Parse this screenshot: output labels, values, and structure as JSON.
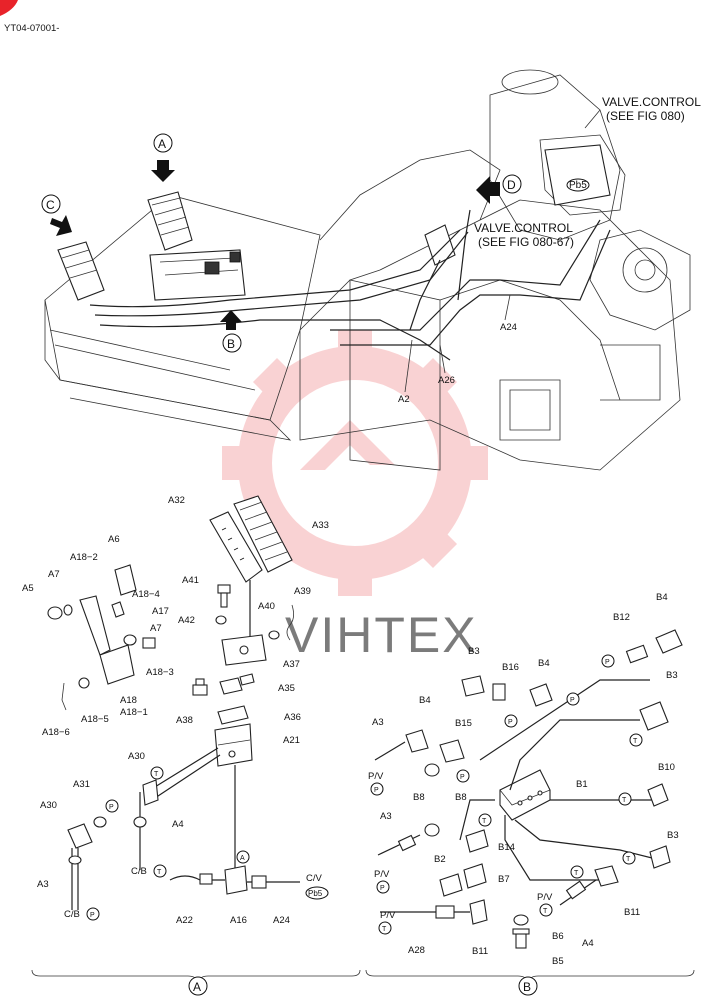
{
  "doc_code": "YT04-07001-",
  "watermark": {
    "text": "VIHTEX",
    "color": "#e8393b"
  },
  "callouts": {
    "valve_control_1_line1": "VALVE.CONTROL",
    "valve_control_1_line2": "(SEE FIG 080)",
    "valve_control_2_line1": "VALVE.CONTROL",
    "valve_control_2_line2": "(SEE FIG 080-67)"
  },
  "view_markers": {
    "a": "A",
    "b": "B",
    "c": "C",
    "d": "D"
  },
  "top_labels": {
    "a2": "A2",
    "a24": "A24",
    "a26": "A26",
    "pb5": "Pb5"
  },
  "section_a": {
    "a32": "A32",
    "a33": "A33",
    "a6": "A6",
    "a18_2": "A18−2",
    "a7_1": "A7",
    "a5": "A5",
    "a18_4": "A18−4",
    "a17": "A17",
    "a7_2": "A7",
    "a41": "A41",
    "a39": "A39",
    "a40": "A40",
    "a42": "A42",
    "a18_3": "A18−3",
    "a37": "A37",
    "a35": "A35",
    "a38": "A38",
    "a18": "A18",
    "a18_1": "A18−1",
    "a18_5": "A18−5",
    "a18_6": "A18−6",
    "a36": "A36",
    "a21": "A21",
    "a30_1": "A30",
    "t1": "T",
    "a31": "A31",
    "p1": "P",
    "a30_2": "A30",
    "a4": "A4",
    "cb_t": "C/B",
    "t2": "T",
    "a3": "A3",
    "cb_p": "C/B",
    "p2": "P",
    "a": "A",
    "cv": "C/V",
    "pb5": "Pb5",
    "a22": "A22",
    "a16": "A16",
    "a24": "A24"
  },
  "section_b": {
    "b12": "B12",
    "b4_1": "B4",
    "b3_1": "B3",
    "b16": "B16",
    "b4_2": "B4",
    "p1": "P",
    "p2": "P",
    "b3_2": "B3",
    "b4_3": "B4",
    "p3": "P",
    "a3_1": "A3",
    "b15": "B15",
    "t1": "T",
    "pv1": "P/V",
    "p4": "P",
    "b8_1": "B8",
    "p5": "P",
    "b1": "B1",
    "b10": "B10",
    "b8_2": "B8",
    "t2": "T",
    "a3_2": "A3",
    "b14": "B14",
    "b3_3": "B3",
    "t3": "T",
    "pv2": "P/V",
    "p6": "P",
    "b2": "B2",
    "b7": "B7",
    "t4": "T",
    "t5": "T",
    "pv3": "P/V",
    "t6": "T",
    "b11_1": "B11",
    "a4": "A4",
    "pv4": "P/V",
    "t7": "T",
    "b6": "B6",
    "a28": "A28",
    "b11_2": "B11",
    "b5": "B5"
  },
  "footer": {
    "a": "A",
    "b": "B"
  }
}
